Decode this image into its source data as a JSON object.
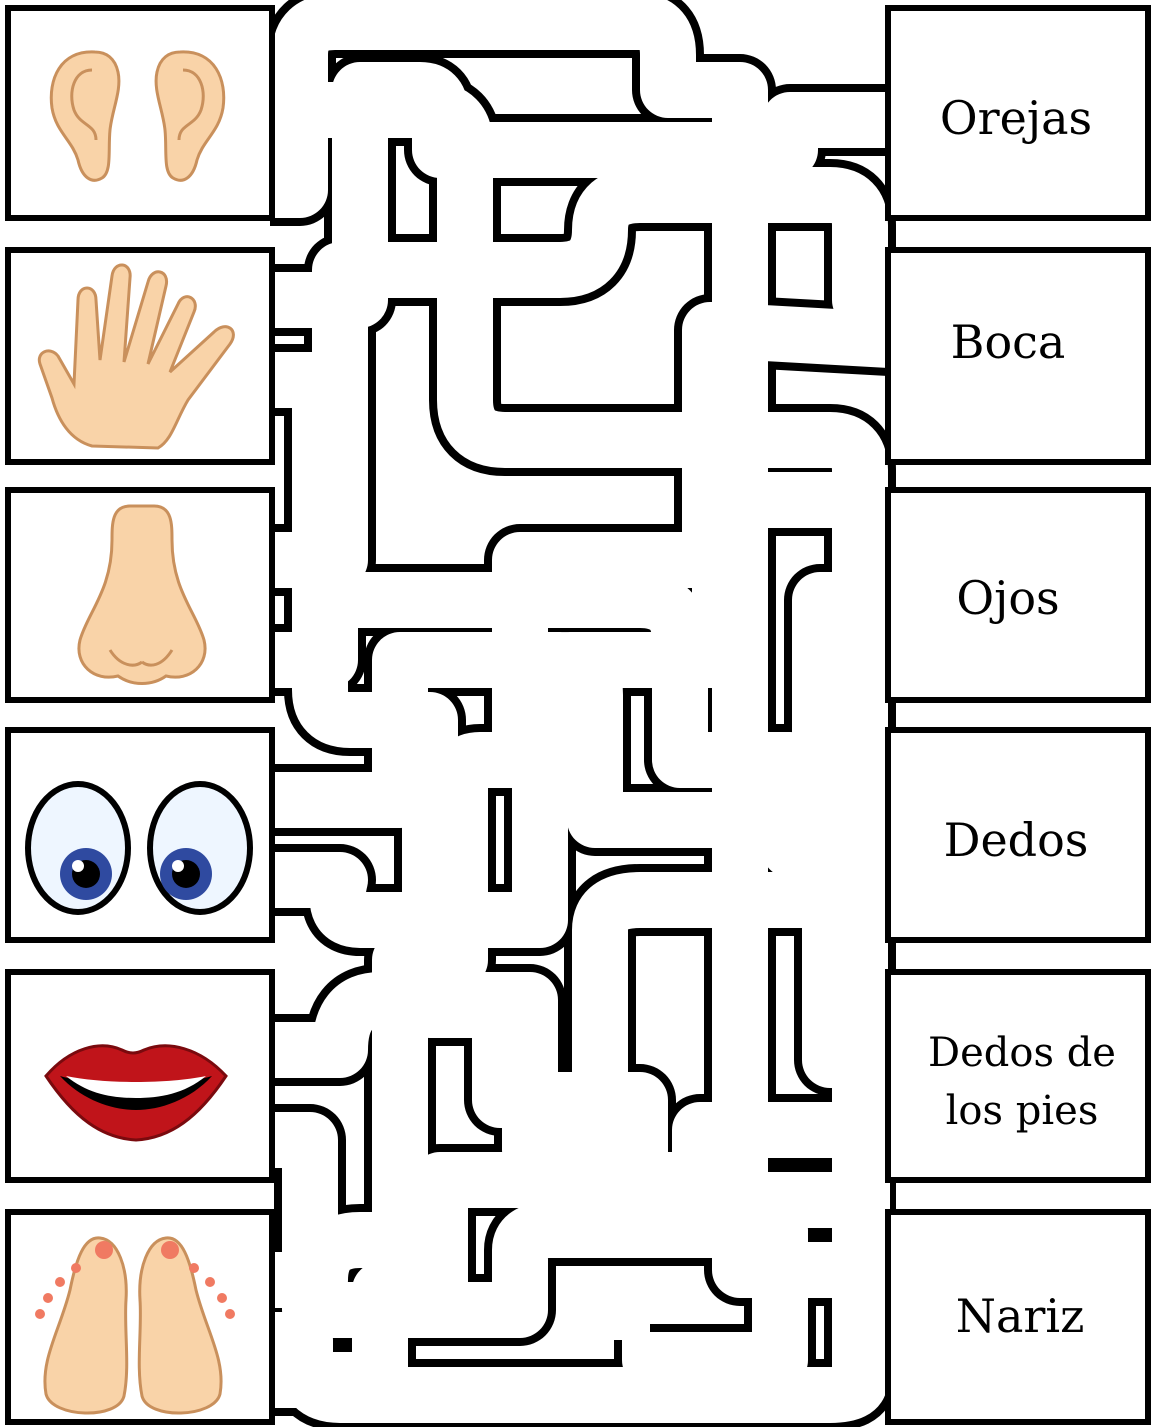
{
  "puzzle": {
    "left_items": [
      {
        "id": "ears",
        "picture": "ears-icon"
      },
      {
        "id": "hand",
        "picture": "hand-icon"
      },
      {
        "id": "nose",
        "picture": "nose-icon"
      },
      {
        "id": "eyes",
        "picture": "eyes-icon"
      },
      {
        "id": "mouth",
        "picture": "mouth-icon"
      },
      {
        "id": "feet",
        "picture": "feet-icon"
      }
    ],
    "right_labels": [
      {
        "lines": [
          "Orejas"
        ]
      },
      {
        "lines": [
          "Boca"
        ]
      },
      {
        "lines": [
          "Ojos"
        ]
      },
      {
        "lines": [
          "Dedos"
        ]
      },
      {
        "lines": [
          "Dedos de",
          "los pies"
        ]
      },
      {
        "lines": [
          "Nariz"
        ]
      }
    ]
  },
  "colors": {
    "line": "#000000",
    "skin": "#f9d3a8",
    "skin_outline": "#c9905c",
    "iris": "#2f4aa0",
    "eye_white": "#eef6ff",
    "lip": "#c0141a",
    "nail": "#f07a62"
  }
}
